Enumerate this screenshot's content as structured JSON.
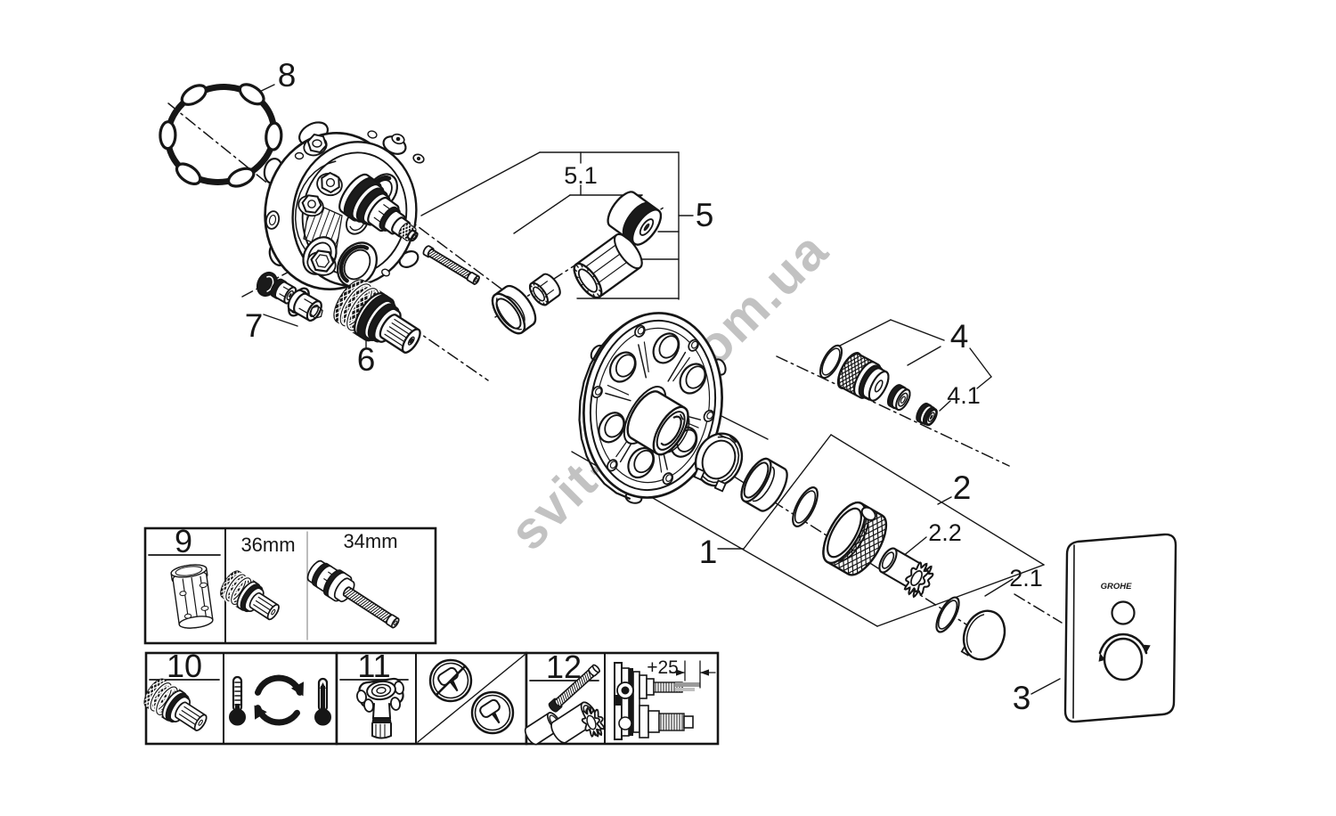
{
  "diagram": {
    "type": "exploded-parts-diagram",
    "product": "concealed thermostat mixer",
    "background": "#ffffff",
    "line_color": "#161616",
    "watermark": {
      "text": "svit-lam.com.ua",
      "color": "#bdbdbd"
    },
    "plate_logo": "GROHE",
    "callouts": {
      "item1": "1",
      "item2": "2",
      "item2_1": "2.1",
      "item2_2": "2.2",
      "item3": "3",
      "item4": "4",
      "item4_1": "4.1",
      "item5": "5",
      "item5_1": "5.1",
      "item6": "6",
      "item7": "7",
      "item8": "8"
    },
    "reference_boxes": {
      "box9": {
        "number": "9",
        "size_left": "36mm",
        "size_right": "34mm"
      },
      "box10": {
        "number": "10"
      },
      "box11": {
        "number": "11"
      },
      "box12": {
        "number": "12",
        "dimension": "+25"
      }
    }
  }
}
